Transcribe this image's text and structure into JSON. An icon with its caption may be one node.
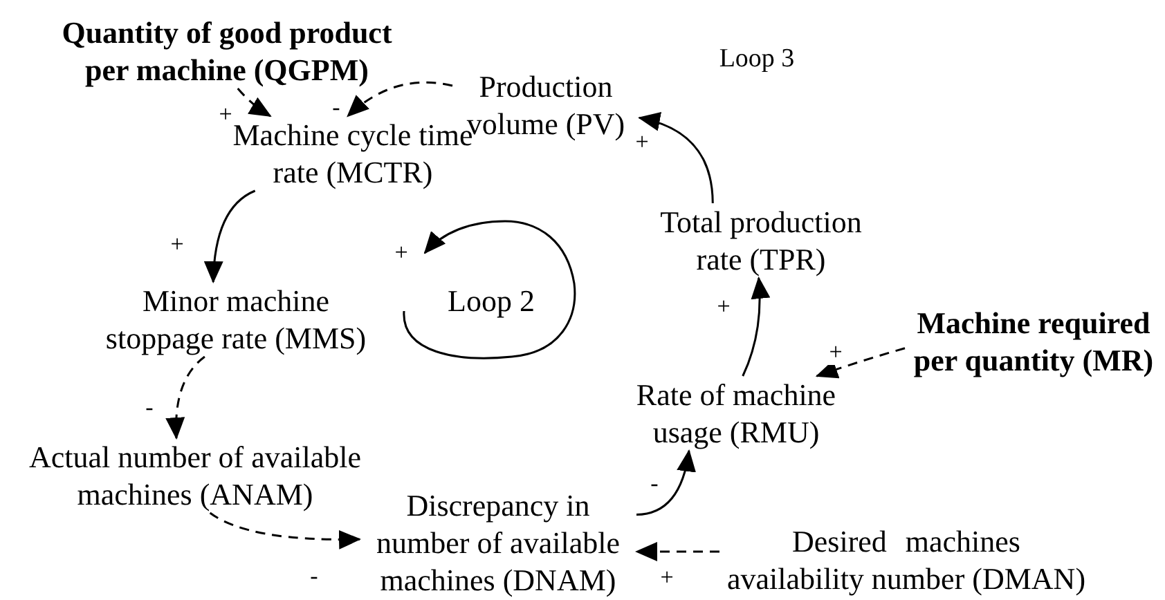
{
  "diagram": {
    "nodes": [
      {
        "text": [
          "Quantity of good product per machine (QGPM)"
        ]
      },
      {
        "text": [
          "Production volume (PV)"
        ]
      },
      {
        "text": [
          "Machine cycle time rate (MCTR)"
        ]
      },
      {
        "text": [
          "Minor machine stoppage rate (MMS)"
        ]
      },
      {
        "text": [
          "Actual number of available machines (ANAM)"
        ]
      },
      {
        "text": [
          "Discrepancy in number of available machines (DNAM)"
        ]
      },
      {
        "text": [
          "Rate of machine usage (RMU)"
        ]
      },
      {
        "text": [
          "Total production rate (TPR)"
        ]
      },
      {
        "text": [
          "Machine required per quantity (MR)"
        ]
      },
      {
        "text": [
          "Desired machines availability number (DMAN)"
        ]
      }
    ],
    "edges": [
      {
        "from": 0,
        "to": 2,
        "arrow": "to",
        "label": "+",
        "style": "dashed"
      },
      {
        "from": 1,
        "to": 2,
        "arrow": "to",
        "label": "-",
        "style": "dashed"
      },
      {
        "from": 2,
        "to": 3,
        "arrow": "to",
        "label": "+"
      },
      {
        "from": 3,
        "to": 4,
        "arrow": "to",
        "label": "-",
        "style": "dashed"
      },
      {
        "from": 4,
        "to": 5,
        "arrow": "to",
        "label": "-",
        "style": "dashed"
      },
      {
        "from": 5,
        "to": 6,
        "arrow": "to",
        "label": "-"
      },
      {
        "from": 6,
        "to": 7,
        "arrow": "to",
        "label": "+"
      },
      {
        "from": 7,
        "to": 1,
        "arrow": "to",
        "label": "+"
      },
      {
        "from": 8,
        "to": 6,
        "arrow": "to",
        "label": "+",
        "style": "dashed"
      },
      {
        "from": 9,
        "to": 5,
        "arrow": "to",
        "label": "+",
        "style": "dashed"
      }
    ],
    "labels": [
      "Loop 3",
      "+",
      "Loop 2"
    ]
  }
}
